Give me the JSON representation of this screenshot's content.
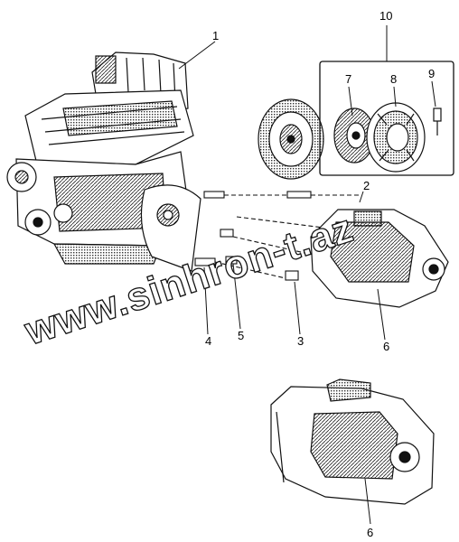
{
  "diagram": {
    "callouts": [
      "1",
      "2",
      "3",
      "4",
      "5",
      "6",
      "6",
      "7",
      "8",
      "9",
      "10"
    ],
    "watermark": "www.sinhron-t.az"
  },
  "colors": {
    "ink": "#111111",
    "paper": "#ffffff",
    "shade": "#555555"
  }
}
